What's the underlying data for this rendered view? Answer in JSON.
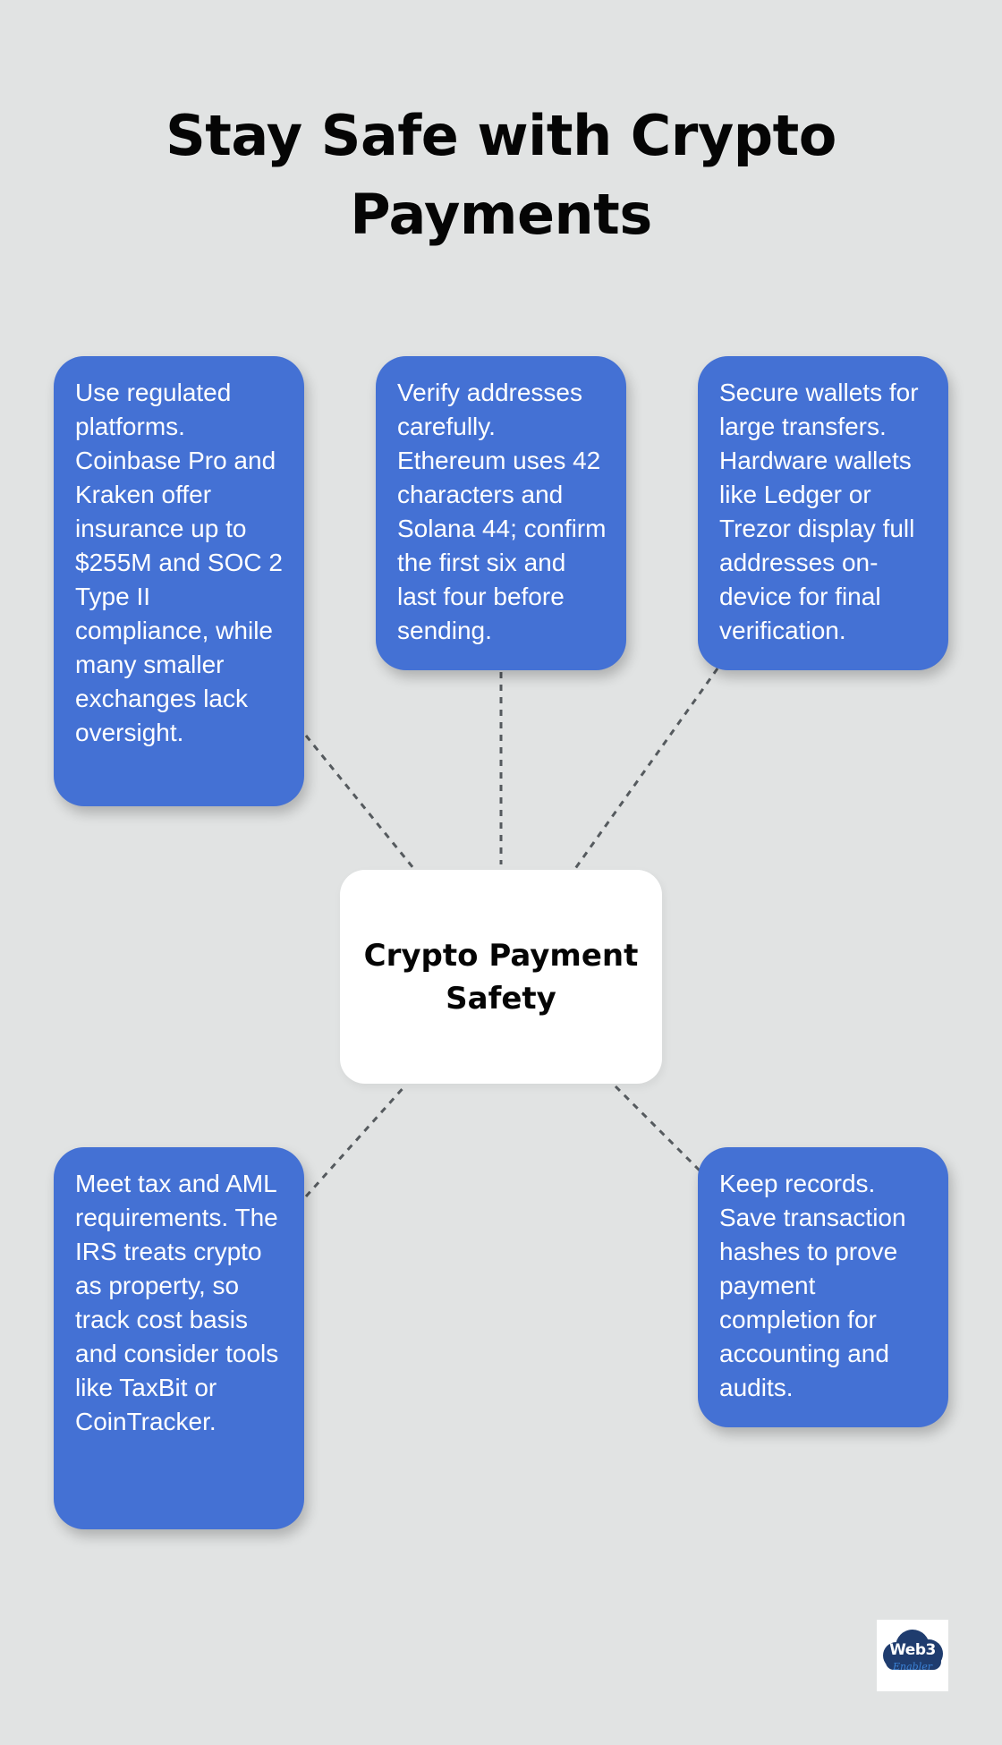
{
  "title": "Stay Safe with Crypto Payments",
  "center_node": {
    "label": "Crypto Payment Safety"
  },
  "nodes": [
    {
      "id": "regulated-platforms",
      "text": "Use regulated platforms. Coinbase Pro and Kraken offer insurance up to $255M and SOC 2 Type II compliance, while many smaller exchanges lack oversight."
    },
    {
      "id": "verify-addresses",
      "text": "Verify addresses carefully. Ethereum uses 42 characters and Solana 44; confirm the first six and last four before sending."
    },
    {
      "id": "secure-wallets",
      "text": "Secure wallets for large transfers. Hardware wallets like Ledger or Trezor display full addresses on-device for final verification."
    },
    {
      "id": "tax-aml",
      "text": "Meet tax and AML requirements. The IRS treats crypto as property, so track cost basis and consider tools like TaxBit or CoinTracker."
    },
    {
      "id": "keep-records",
      "text": "Keep records. Save transaction hashes to prove payment completion for accounting and audits."
    }
  ],
  "logo": {
    "name": "Web3",
    "sub": "Enabler"
  },
  "colors": {
    "background": "#e1e3e3",
    "card": "#4471d4",
    "card_text": "#ffffff",
    "center": "#ffffff",
    "connector": "#555a5e",
    "title": "#050505"
  }
}
